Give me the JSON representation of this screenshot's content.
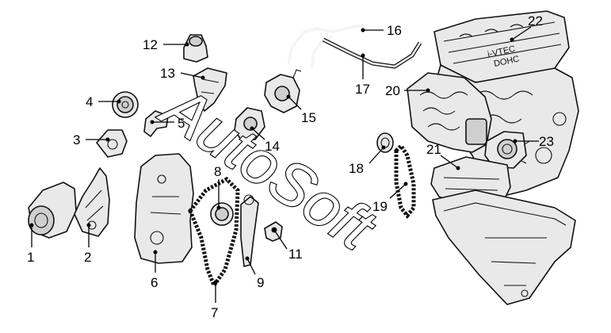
{
  "watermark": "AutoSoft",
  "engraving": {
    "top": "i-VTEC",
    "bottom": "DOHC"
  },
  "callouts": [
    {
      "id": "1",
      "label": "1"
    },
    {
      "id": "2",
      "label": "2"
    },
    {
      "id": "3",
      "label": "3"
    },
    {
      "id": "4",
      "label": "4"
    },
    {
      "id": "5",
      "label": "5"
    },
    {
      "id": "6",
      "label": "6"
    },
    {
      "id": "7",
      "label": "7"
    },
    {
      "id": "8",
      "label": "8"
    },
    {
      "id": "9",
      "label": "9"
    },
    {
      "id": "11",
      "label": "11"
    },
    {
      "id": "12",
      "label": "12"
    },
    {
      "id": "13",
      "label": "13"
    },
    {
      "id": "14",
      "label": "14"
    },
    {
      "id": "15",
      "label": "15"
    },
    {
      "id": "16",
      "label": "16"
    },
    {
      "id": "17",
      "label": "17"
    },
    {
      "id": "18",
      "label": "18"
    },
    {
      "id": "19",
      "label": "19"
    },
    {
      "id": "20",
      "label": "20"
    },
    {
      "id": "21",
      "label": "21"
    },
    {
      "id": "22",
      "label": "22"
    },
    {
      "id": "23",
      "label": "23"
    }
  ]
}
